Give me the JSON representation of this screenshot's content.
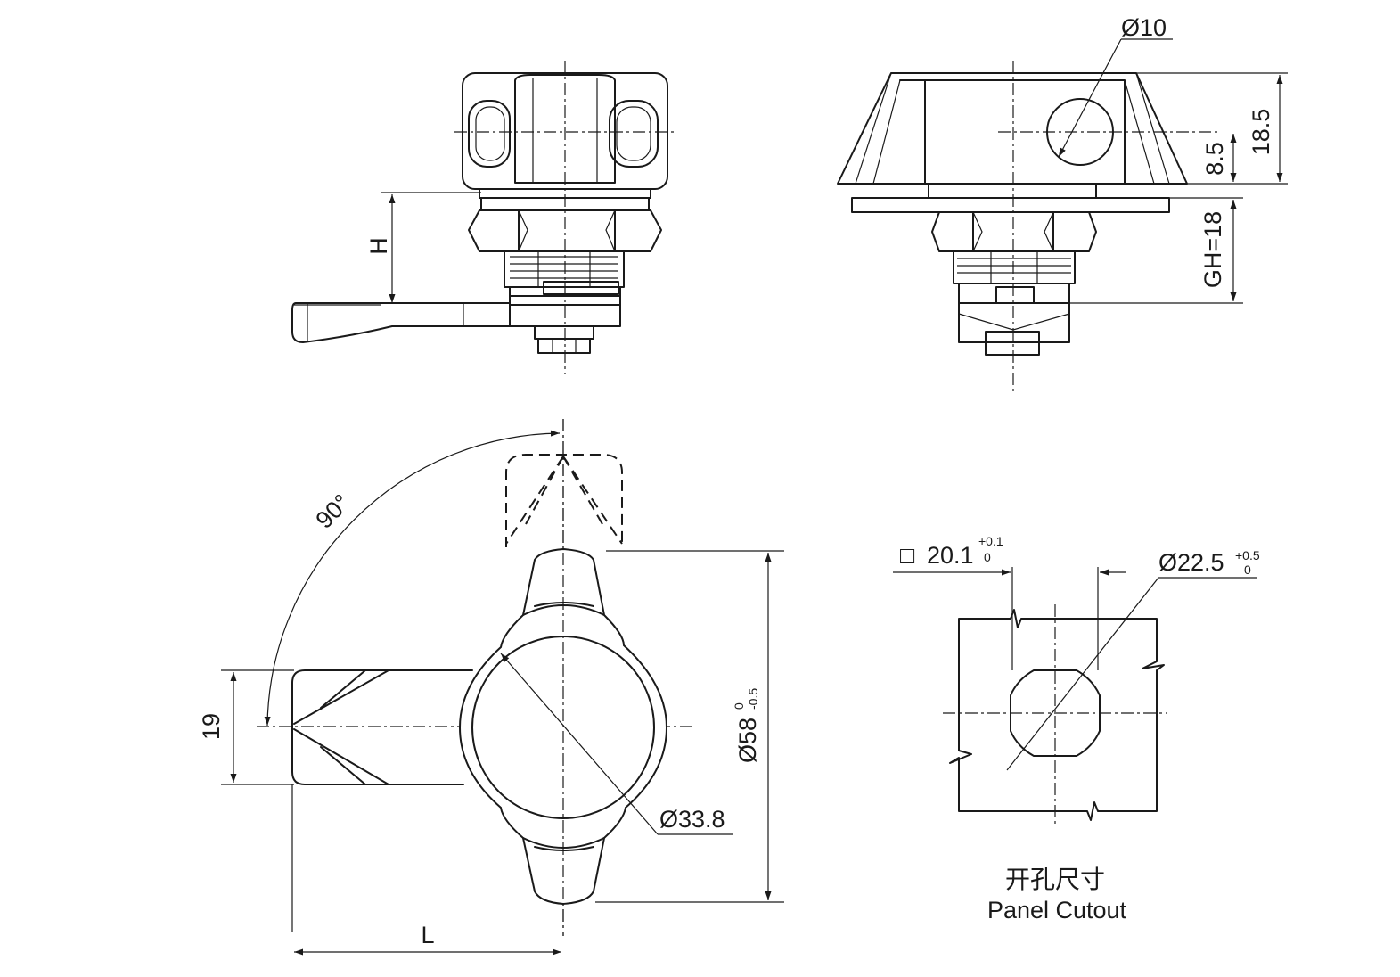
{
  "dimensions": {
    "height_label": "H",
    "dia_10": "Ø10",
    "dim_18_5": "18.5",
    "dim_8_5": "8.5",
    "grip_height": "GH=18",
    "angle": "90°",
    "dim_19": "19",
    "outer_dia": "Ø58",
    "outer_dia_tol_upper": "0",
    "outer_dia_tol_lower": "-0.5",
    "inner_dia": "Ø33.8",
    "length_label": "L"
  },
  "cutout": {
    "square_symbol": "□",
    "square_size": "20.1",
    "square_tol_upper": "+0.1",
    "square_tol_lower": "0",
    "hole_dia": "Ø22.5",
    "hole_tol_upper": "+0.5",
    "hole_tol_lower": "0",
    "caption_cn": "开孔尺寸",
    "caption_en": "Panel Cutout"
  }
}
